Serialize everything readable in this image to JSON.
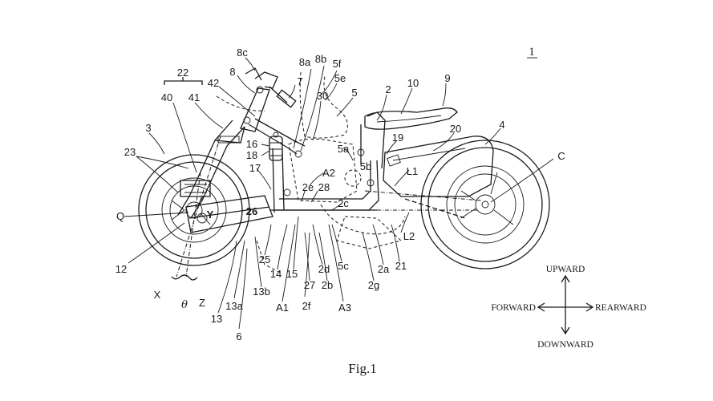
{
  "figure": {
    "ref_number": "1",
    "caption": "Fig.1"
  },
  "directions": {
    "up": "UPWARD",
    "down": "DOWNWARD",
    "forward": "FORWARD",
    "rearward": "REARWARD"
  },
  "labels": {
    "l22": "22",
    "l40": "40",
    "l41": "41",
    "l42": "42",
    "l8c": "8c",
    "l8": "8",
    "l7": "7",
    "l8a": "8a",
    "l8b": "8b",
    "l5f": "5f",
    "l5e": "5e",
    "l5": "5",
    "l2": "2",
    "l10": "10",
    "l9": "9",
    "l30": "30",
    "l20": "20",
    "l4": "4",
    "l3": "3",
    "l16": "16",
    "l18": "18",
    "l5a": "5a",
    "l19": "19",
    "l23": "23",
    "l17": "17",
    "lA2": "A2",
    "l5b": "5b",
    "lL1": "L1",
    "lC": "C",
    "l2e": "2e",
    "l28": "28",
    "lQ": "Q",
    "lY": "Y",
    "l26": "26",
    "l2c": "2c",
    "lL2": "L2",
    "l12": "12",
    "l25": "25",
    "l14": "14",
    "l15": "15",
    "l2d": "2d",
    "l5c": "5c",
    "l2a": "2a",
    "l21": "21",
    "l13b": "13b",
    "l27": "27",
    "l2b": "2b",
    "l2g": "2g",
    "lX": "X",
    "ltheta": "θ",
    "lZ": "Z",
    "l13a": "13a",
    "lA1": "A1",
    "l2f": "2f",
    "lA3": "A3",
    "l13": "13",
    "l6": "6"
  }
}
